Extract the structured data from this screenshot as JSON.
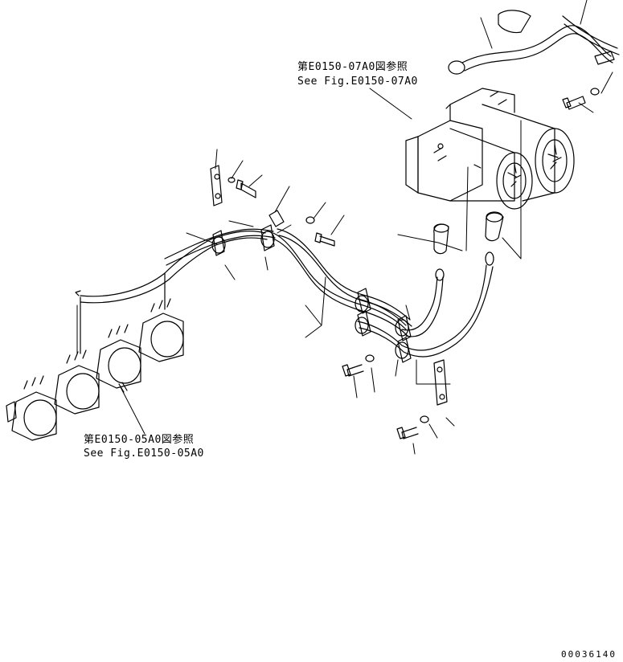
{
  "references": {
    "top": {
      "jp": "第E0150-07A0図参照",
      "en": "See Fig.E0150-07A0"
    },
    "bottom": {
      "jp": "第E0150-05A0図参照",
      "en": "See Fig.E0150-05A0"
    }
  },
  "drawing_number": "00036140",
  "colors": {
    "line": "#000000",
    "background": "#ffffff"
  }
}
